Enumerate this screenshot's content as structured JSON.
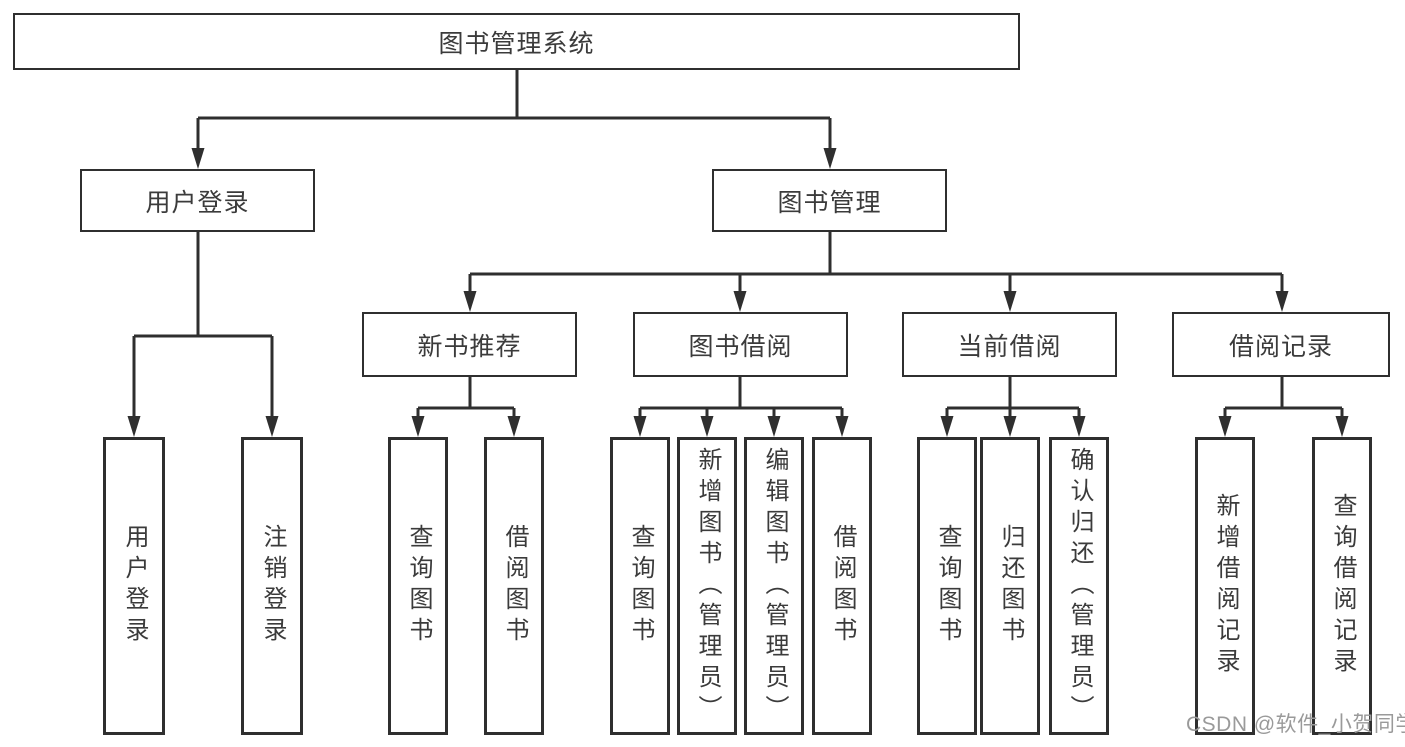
{
  "diagram": {
    "root": {
      "label": "图书管理系统"
    },
    "branches": [
      {
        "label": "用户登录",
        "children": [
          {
            "label": "用户登录"
          },
          {
            "label": "注销登录"
          }
        ]
      },
      {
        "label": "图书管理",
        "modules": [
          {
            "label": "新书推荐",
            "children": [
              {
                "label": "查询图书"
              },
              {
                "label": "借阅图书"
              }
            ]
          },
          {
            "label": "图书借阅",
            "children": [
              {
                "label": "查询图书"
              },
              {
                "label": "新增图书（管理员）"
              },
              {
                "label": "编辑图书（管理员）"
              },
              {
                "label": "借阅图书"
              }
            ]
          },
          {
            "label": "当前借阅",
            "children": [
              {
                "label": "查询图书"
              },
              {
                "label": "归还图书"
              },
              {
                "label": "确认归还（管理员）"
              }
            ]
          },
          {
            "label": "借阅记录",
            "children": [
              {
                "label": "新增借阅记录"
              },
              {
                "label": "查询借阅记录"
              }
            ]
          }
        ]
      }
    ],
    "watermark": "CSDN @软件_小贺同学",
    "colors": {
      "line": "#2f2f2f",
      "text": "#3b3b3b",
      "watermark": "#9a9a9a",
      "background": "#ffffff"
    }
  }
}
